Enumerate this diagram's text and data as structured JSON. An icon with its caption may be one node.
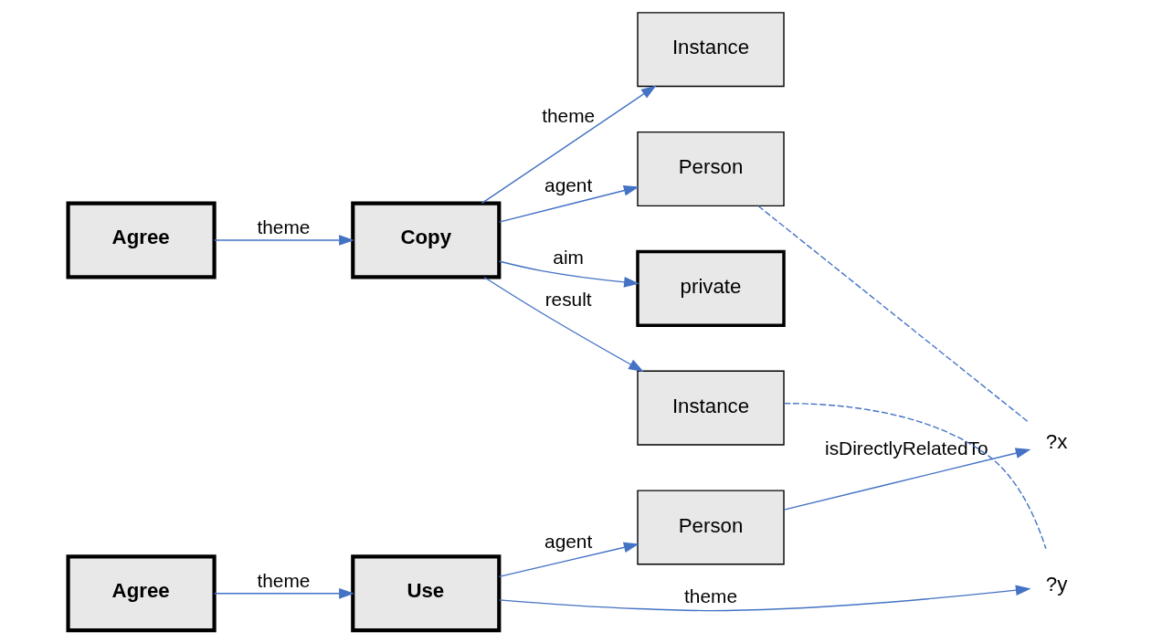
{
  "diagram": {
    "nodes": [
      {
        "text": [
          "Agree"
        ]
      },
      {
        "text": [
          "Copy"
        ]
      },
      {
        "text": [
          "Person"
        ]
      },
      {
        "text": [
          "?x"
        ]
      },
      {
        "text": [
          "Person"
        ]
      },
      {
        "text": [
          "Instance"
        ]
      },
      {
        "text": [
          "?y"
        ]
      },
      {
        "text": [
          "Use"
        ]
      },
      {
        "text": [
          "private"
        ]
      },
      {
        "text": [
          "Instance"
        ]
      },
      {
        "text": [
          "Agree"
        ]
      }
    ],
    "edges": [
      {
        "from": 0,
        "to": 1,
        "arrow": "to",
        "label": "theme"
      },
      {
        "from": 1,
        "to": 2,
        "arrow": "to",
        "label": "agent"
      },
      {
        "from": 1,
        "to": 5,
        "arrow": "to",
        "label": "result"
      },
      {
        "from": 1,
        "to": 8,
        "arrow": "to",
        "label": "aim"
      },
      {
        "from": 1,
        "to": 9,
        "arrow": "to",
        "label": "theme"
      },
      {
        "from": 2,
        "to": 3,
        "arrow": "none",
        "style": "dashed"
      },
      {
        "from": 4,
        "to": 3,
        "arrow": "to",
        "label": "isDirectlyRelatedTo"
      },
      {
        "from": 7,
        "to": 4,
        "arrow": "to",
        "label": "agent"
      },
      {
        "from": 5,
        "to": 6,
        "arrow": "none",
        "style": "dashed"
      },
      {
        "from": 7,
        "to": 6,
        "arrow": "to",
        "label": "theme"
      },
      {
        "from": 10,
        "to": 7,
        "arrow": "to",
        "label": "theme"
      }
    ]
  }
}
